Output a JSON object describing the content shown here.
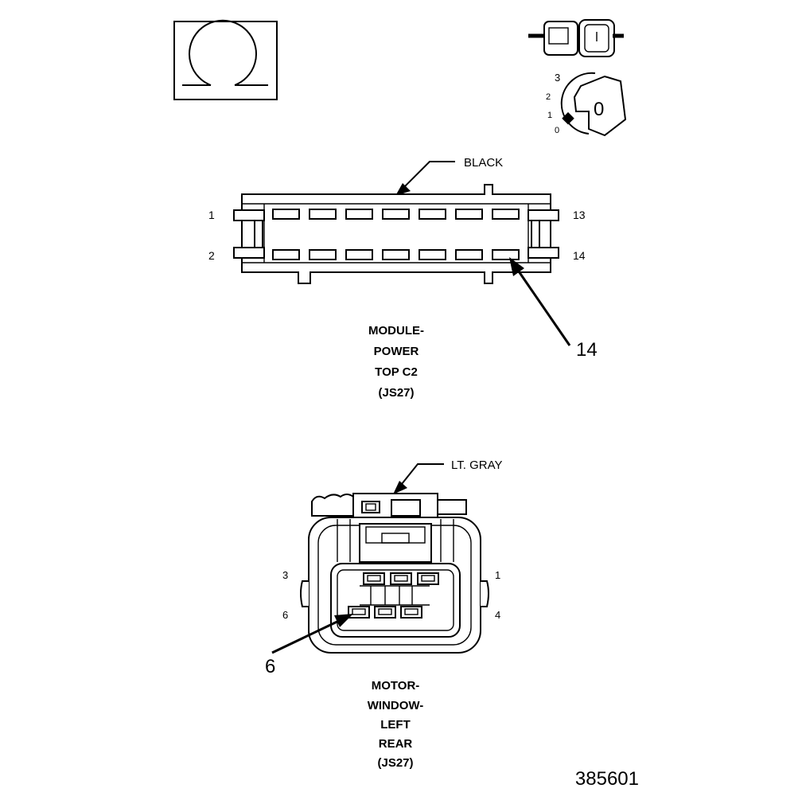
{
  "symbols": {
    "ohm_icon": "ohmmeter-symbol-icon",
    "connector_icon": "disconnected-connector-icon",
    "ignition_icon": "ignition-key-icon",
    "ignition_positions": [
      "3",
      "2",
      "1",
      "0"
    ],
    "key_position": "0"
  },
  "connector1": {
    "color": "BLACK",
    "pin_labels": {
      "top_left": "1",
      "bottom_left": "2",
      "top_right": "13",
      "bottom_right": "14"
    },
    "callout": "14",
    "name_lines": [
      "MODULE-",
      "POWER",
      "TOP C2",
      "(JS27)"
    ]
  },
  "connector2": {
    "color": "LT. GRAY",
    "pin_labels": {
      "top_left": "3",
      "bottom_left": "6",
      "top_right": "1",
      "bottom_right": "4"
    },
    "callout": "6",
    "name_lines": [
      "MOTOR-",
      "WINDOW-",
      "LEFT",
      "REAR",
      "(JS27)"
    ]
  },
  "figure_number": "385601"
}
